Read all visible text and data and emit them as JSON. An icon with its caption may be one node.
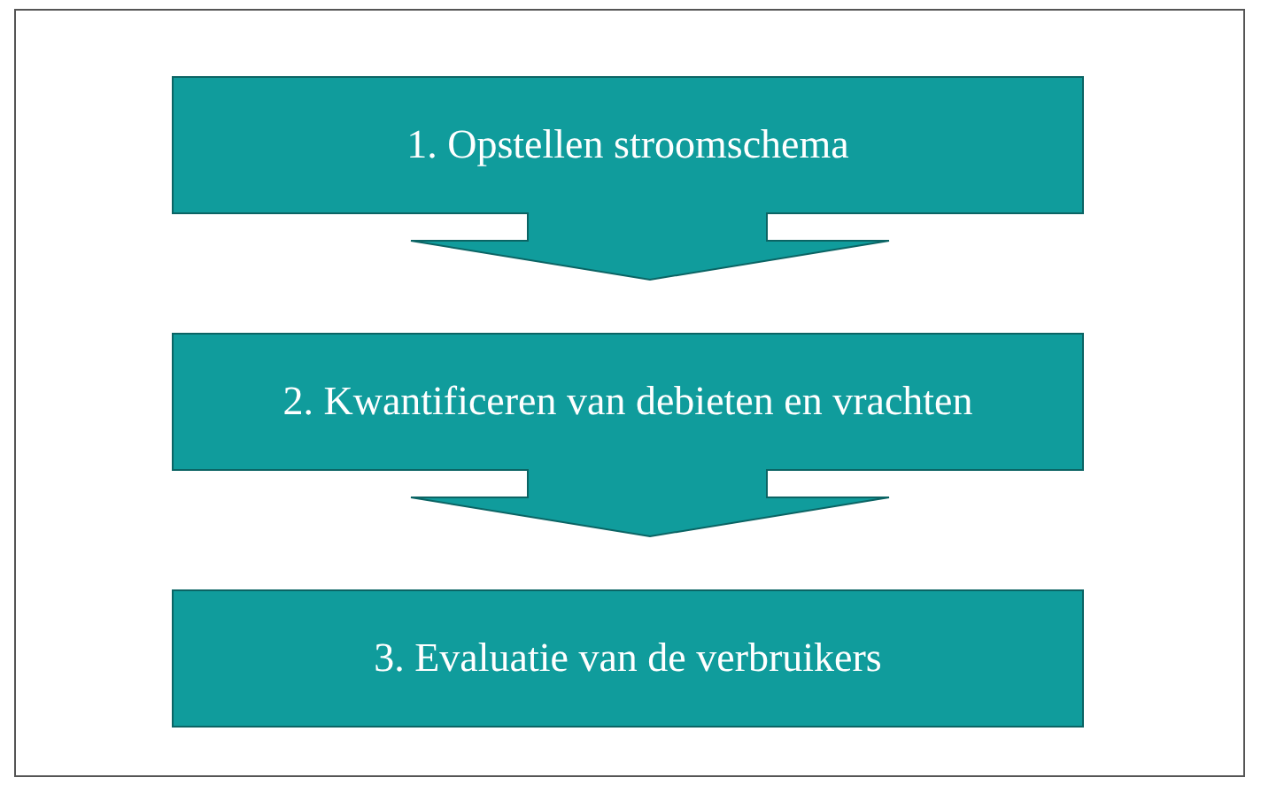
{
  "diagram": {
    "nodes": [
      {
        "text": [
          "1. Opstellen stroomschema"
        ]
      },
      {
        "text": [
          "2. Kwantificeren van debieten en vrachten"
        ]
      },
      {
        "text": [
          "3. Evaluatie van de verbruikers"
        ]
      }
    ],
    "edges": [
      {
        "from": 0,
        "to": 1,
        "arrow": "to"
      },
      {
        "from": 1,
        "to": 2,
        "arrow": "to"
      }
    ]
  }
}
